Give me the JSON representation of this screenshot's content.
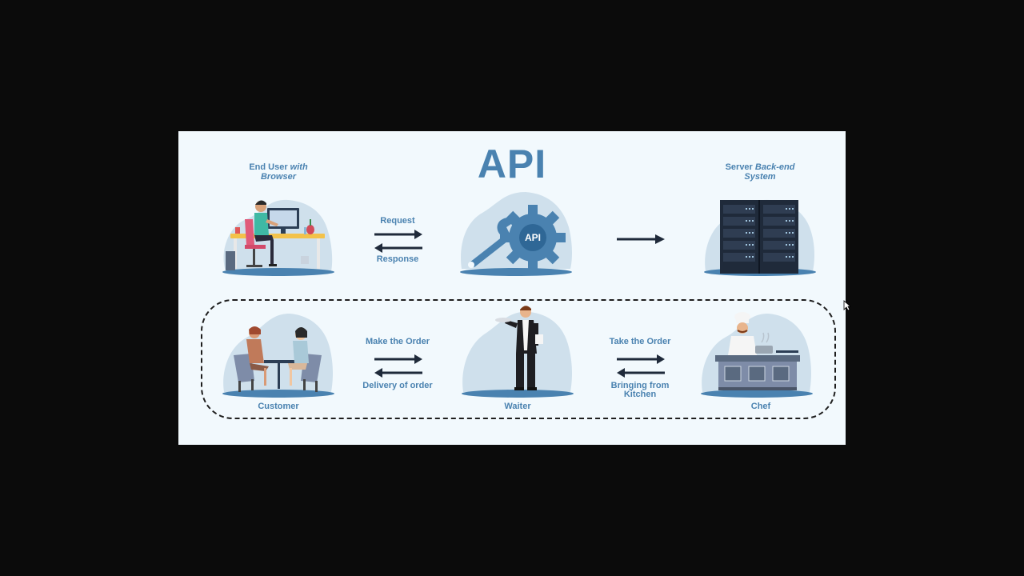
{
  "title": "API",
  "top_row": {
    "end_user": {
      "caption_plain": "End User ",
      "caption_italic": "with",
      "caption_line2": "Browser"
    },
    "request_label": "Request",
    "response_label": "Response",
    "api_gear_text": "API",
    "server": {
      "caption_plain": "Server ",
      "caption_italic": "Back-end",
      "caption_line2": "System"
    }
  },
  "bottom_row": {
    "make_order": "Make the Order",
    "delivery": "Delivery of order",
    "take_order": "Take the Order",
    "bringing": "Bringing from Kitchen",
    "customer": "Customer",
    "waiter": "Waiter",
    "chef": "Chef"
  },
  "colors": {
    "accent": "#4a82b0",
    "blob": "#cfe0ec",
    "arrow": "#1f2a3a",
    "background": "#f2f9fd",
    "frame": "#0b0b0b"
  }
}
